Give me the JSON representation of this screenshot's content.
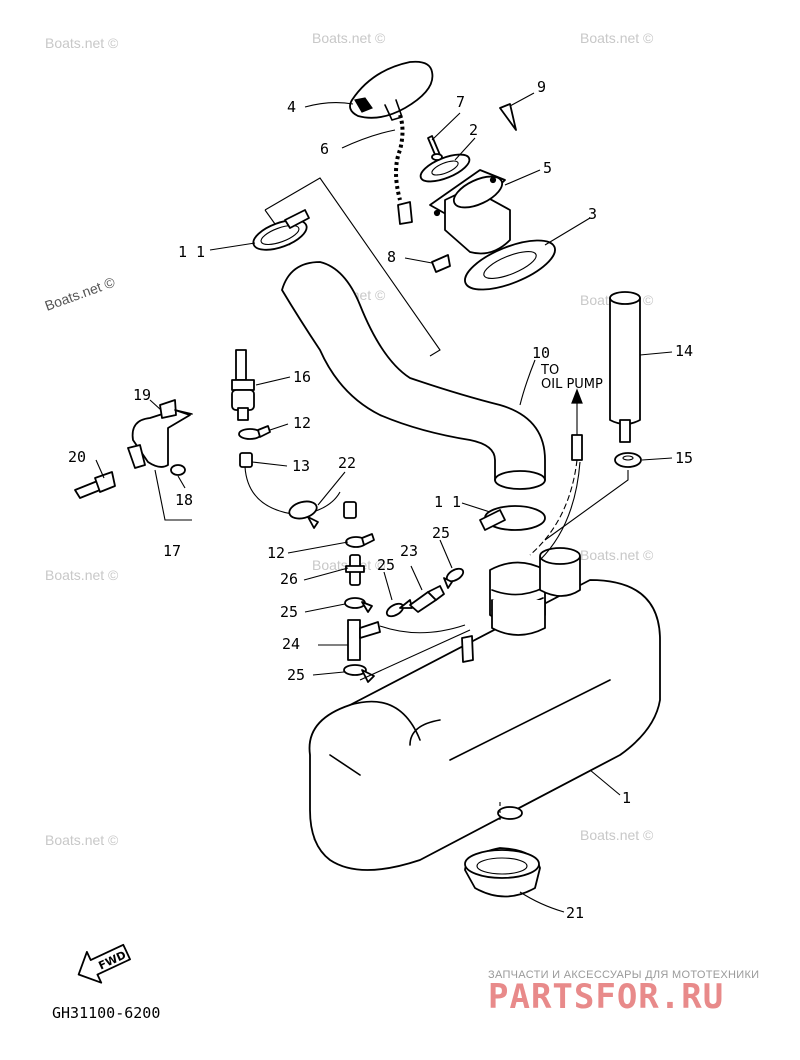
{
  "watermark_text": "Boats.net ©",
  "note_to_oil_pump": [
    "TO",
    "OIL PUMP"
  ],
  "diagram_code": "GH31100-6200",
  "fwd_label": "FWD",
  "partsfor": {
    "tagline": "ЗАПЧАСТИ И АКСЕССУАРЫ ДЛЯ МОТОТЕХНИКИ",
    "logo": "PARTSFOR.RU"
  },
  "callouts": {
    "c1": "1",
    "c2": "2",
    "c3": "3",
    "c4": "4",
    "c5": "5",
    "c6": "6",
    "c7": "7",
    "c8": "8",
    "c9": "9",
    "c10": "10",
    "c11a": "1 1",
    "c11b": "1 1",
    "c12a": "12",
    "c12b": "12",
    "c13": "13",
    "c14": "14",
    "c15": "15",
    "c16": "16",
    "c17": "17",
    "c18": "18",
    "c19": "19",
    "c20": "20",
    "c21": "21",
    "c22": "22",
    "c23": "23",
    "c24": "24",
    "c25a": "25",
    "c25b": "25",
    "c25c": "25",
    "c25d": "25",
    "c26": "26"
  },
  "colors": {
    "line": "#000000",
    "watermark": "#c8c8c8",
    "logo": "#e88a8a"
  }
}
